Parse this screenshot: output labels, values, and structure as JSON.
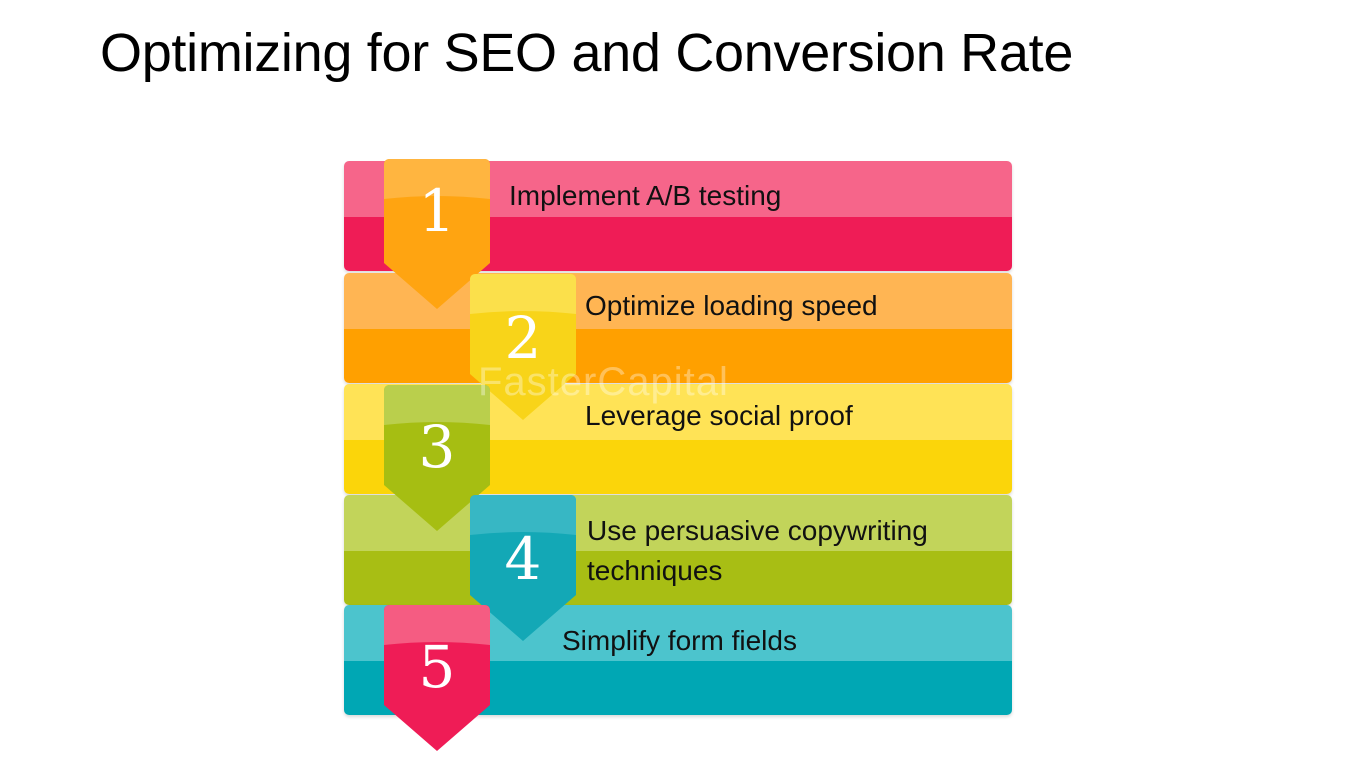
{
  "title": "Optimizing for SEO and Conversion Rate",
  "watermark": "FasterCapital",
  "steps": [
    {
      "number": "1",
      "label": "Implement A/B testing",
      "band_light": "#f6658a",
      "band_dark": "#ef1c56",
      "badge_color": "#ffa411",
      "badge_light": "#ffb540"
    },
    {
      "number": "2",
      "label": "Optimize loading speed",
      "band_light": "#ffb553",
      "band_dark": "#ffa000",
      "badge_color": "#f8d419",
      "badge_light": "#fbe04b"
    },
    {
      "number": "3",
      "label": "Leverage social proof",
      "band_light": "#ffe356",
      "band_dark": "#fbd50a",
      "badge_color": "#a6be12",
      "badge_light": "#bacf4c"
    },
    {
      "number": "4",
      "label": "Use persuasive copywriting techniques",
      "label_line1": "Use persuasive copywriting",
      "label_line2": "techniques",
      "band_light": "#c2d45a",
      "band_dark": "#a8be14",
      "badge_color": "#13a8b6",
      "badge_light": "#37b7c4"
    },
    {
      "number": "5",
      "label": "Simplify form fields",
      "band_light": "#4cc4cd",
      "band_dark": "#00a7b4",
      "badge_color": "#ef1c56",
      "badge_light": "#f55c82"
    }
  ]
}
